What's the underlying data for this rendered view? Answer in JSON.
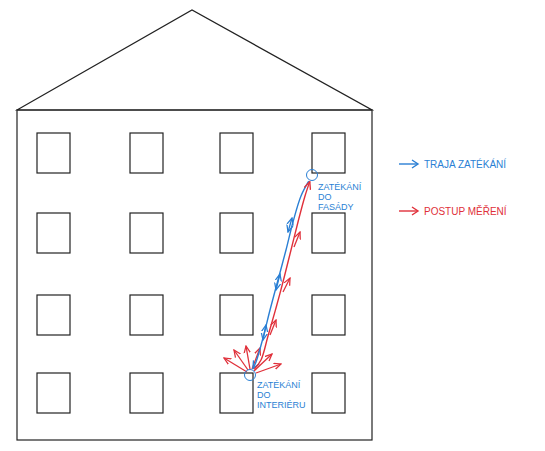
{
  "diagram": {
    "nodes": [
      {
        "text": [
          "ZATÉKÁNÍ DO FASÁDY"
        ]
      },
      {
        "text": [
          "ZATÉKÁNÍ DO INTERIÉRU"
        ]
      }
    ],
    "edges": [
      {
        "from": 0,
        "to": 1,
        "arrow": "to"
      },
      {
        "from": 1,
        "to": 0,
        "arrow": "to"
      }
    ],
    "legend": [
      {
        "text": "TRAJA ZATÉKÁNÍ"
      },
      {
        "text": "POSTUP MĚŘENÍ"
      }
    ]
  }
}
